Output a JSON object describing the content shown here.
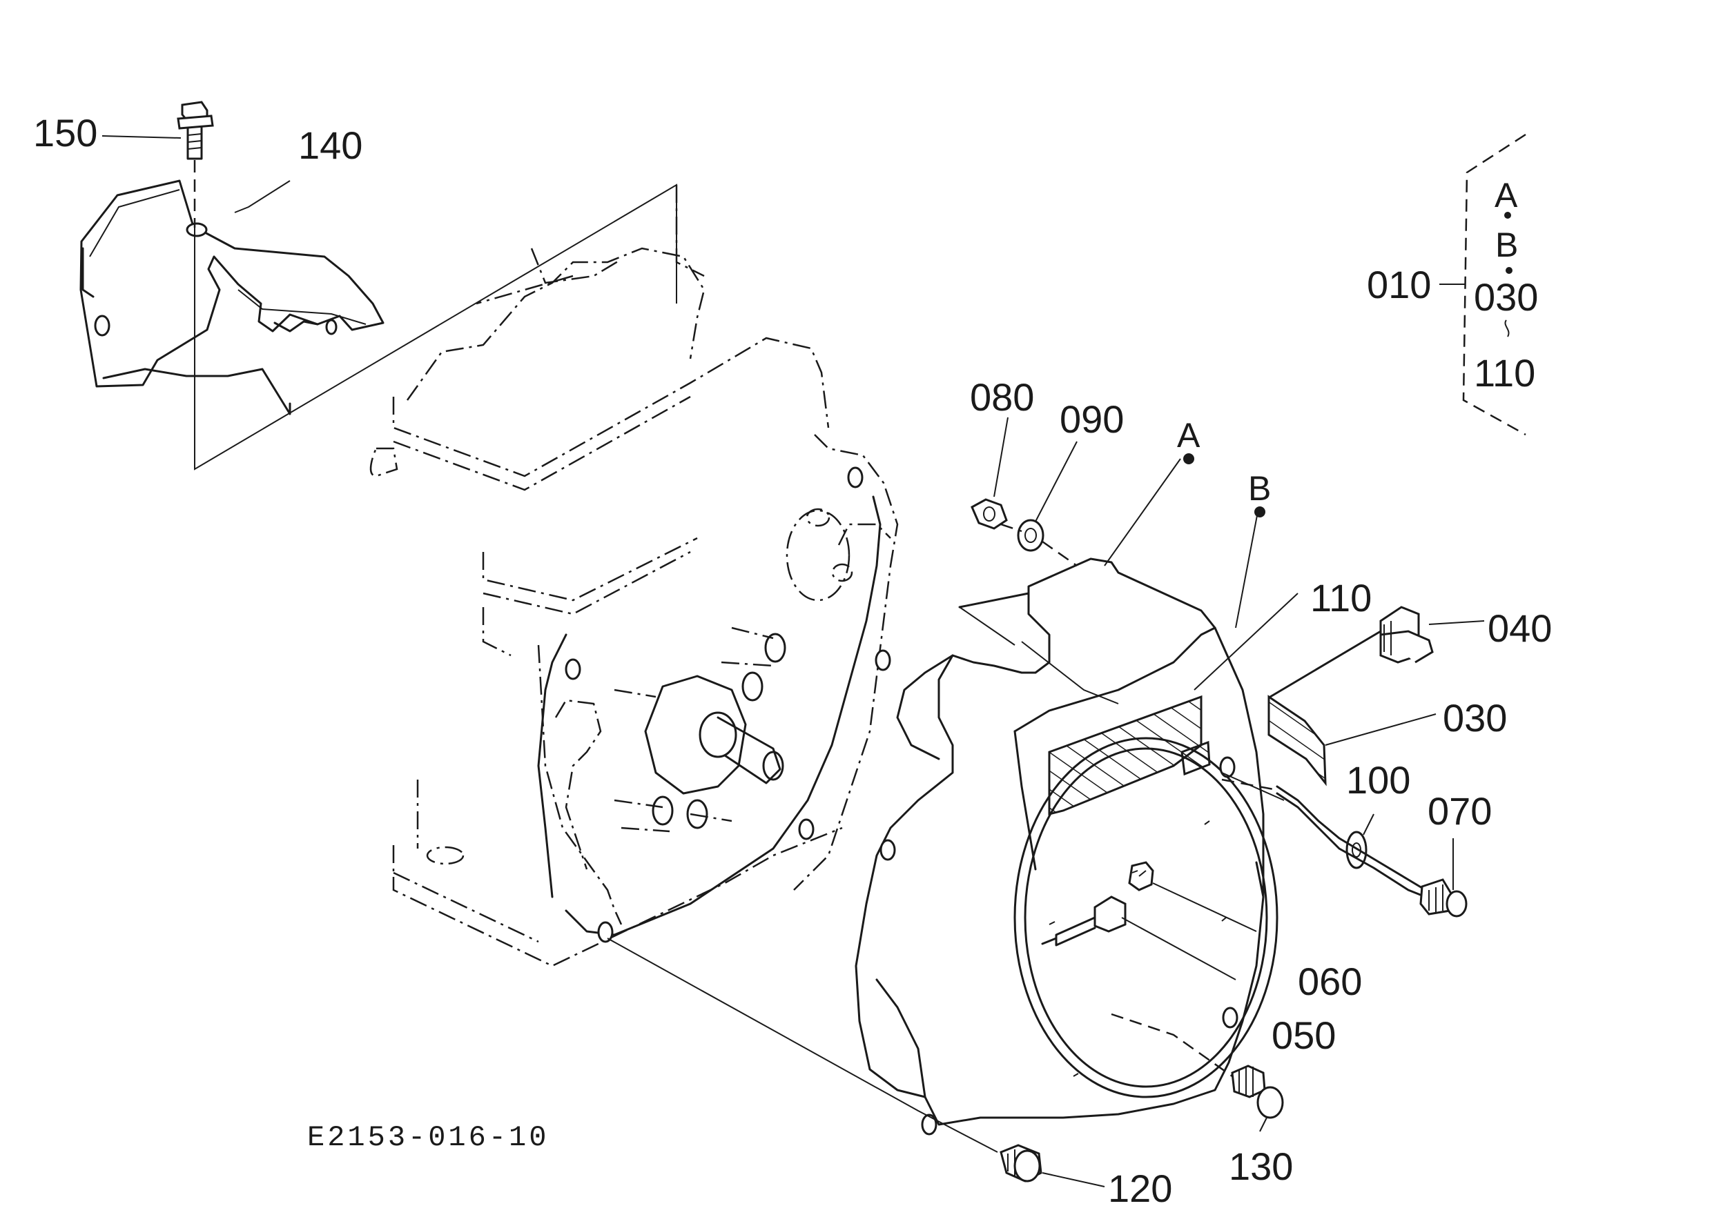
{
  "drawing_code": "E2153-016-10",
  "reference_points": [
    "A",
    "B"
  ],
  "bracket": {
    "label": "010",
    "items": [
      "A",
      "B",
      "030",
      "110"
    ]
  },
  "parts": {
    "p150": "150",
    "p140": "140",
    "p080": "080",
    "p090": "090",
    "p110": "110",
    "p040": "040",
    "p030": "030",
    "p100": "100",
    "p070": "070",
    "p060": "060",
    "p050": "050",
    "p130": "130",
    "p120": "120"
  }
}
